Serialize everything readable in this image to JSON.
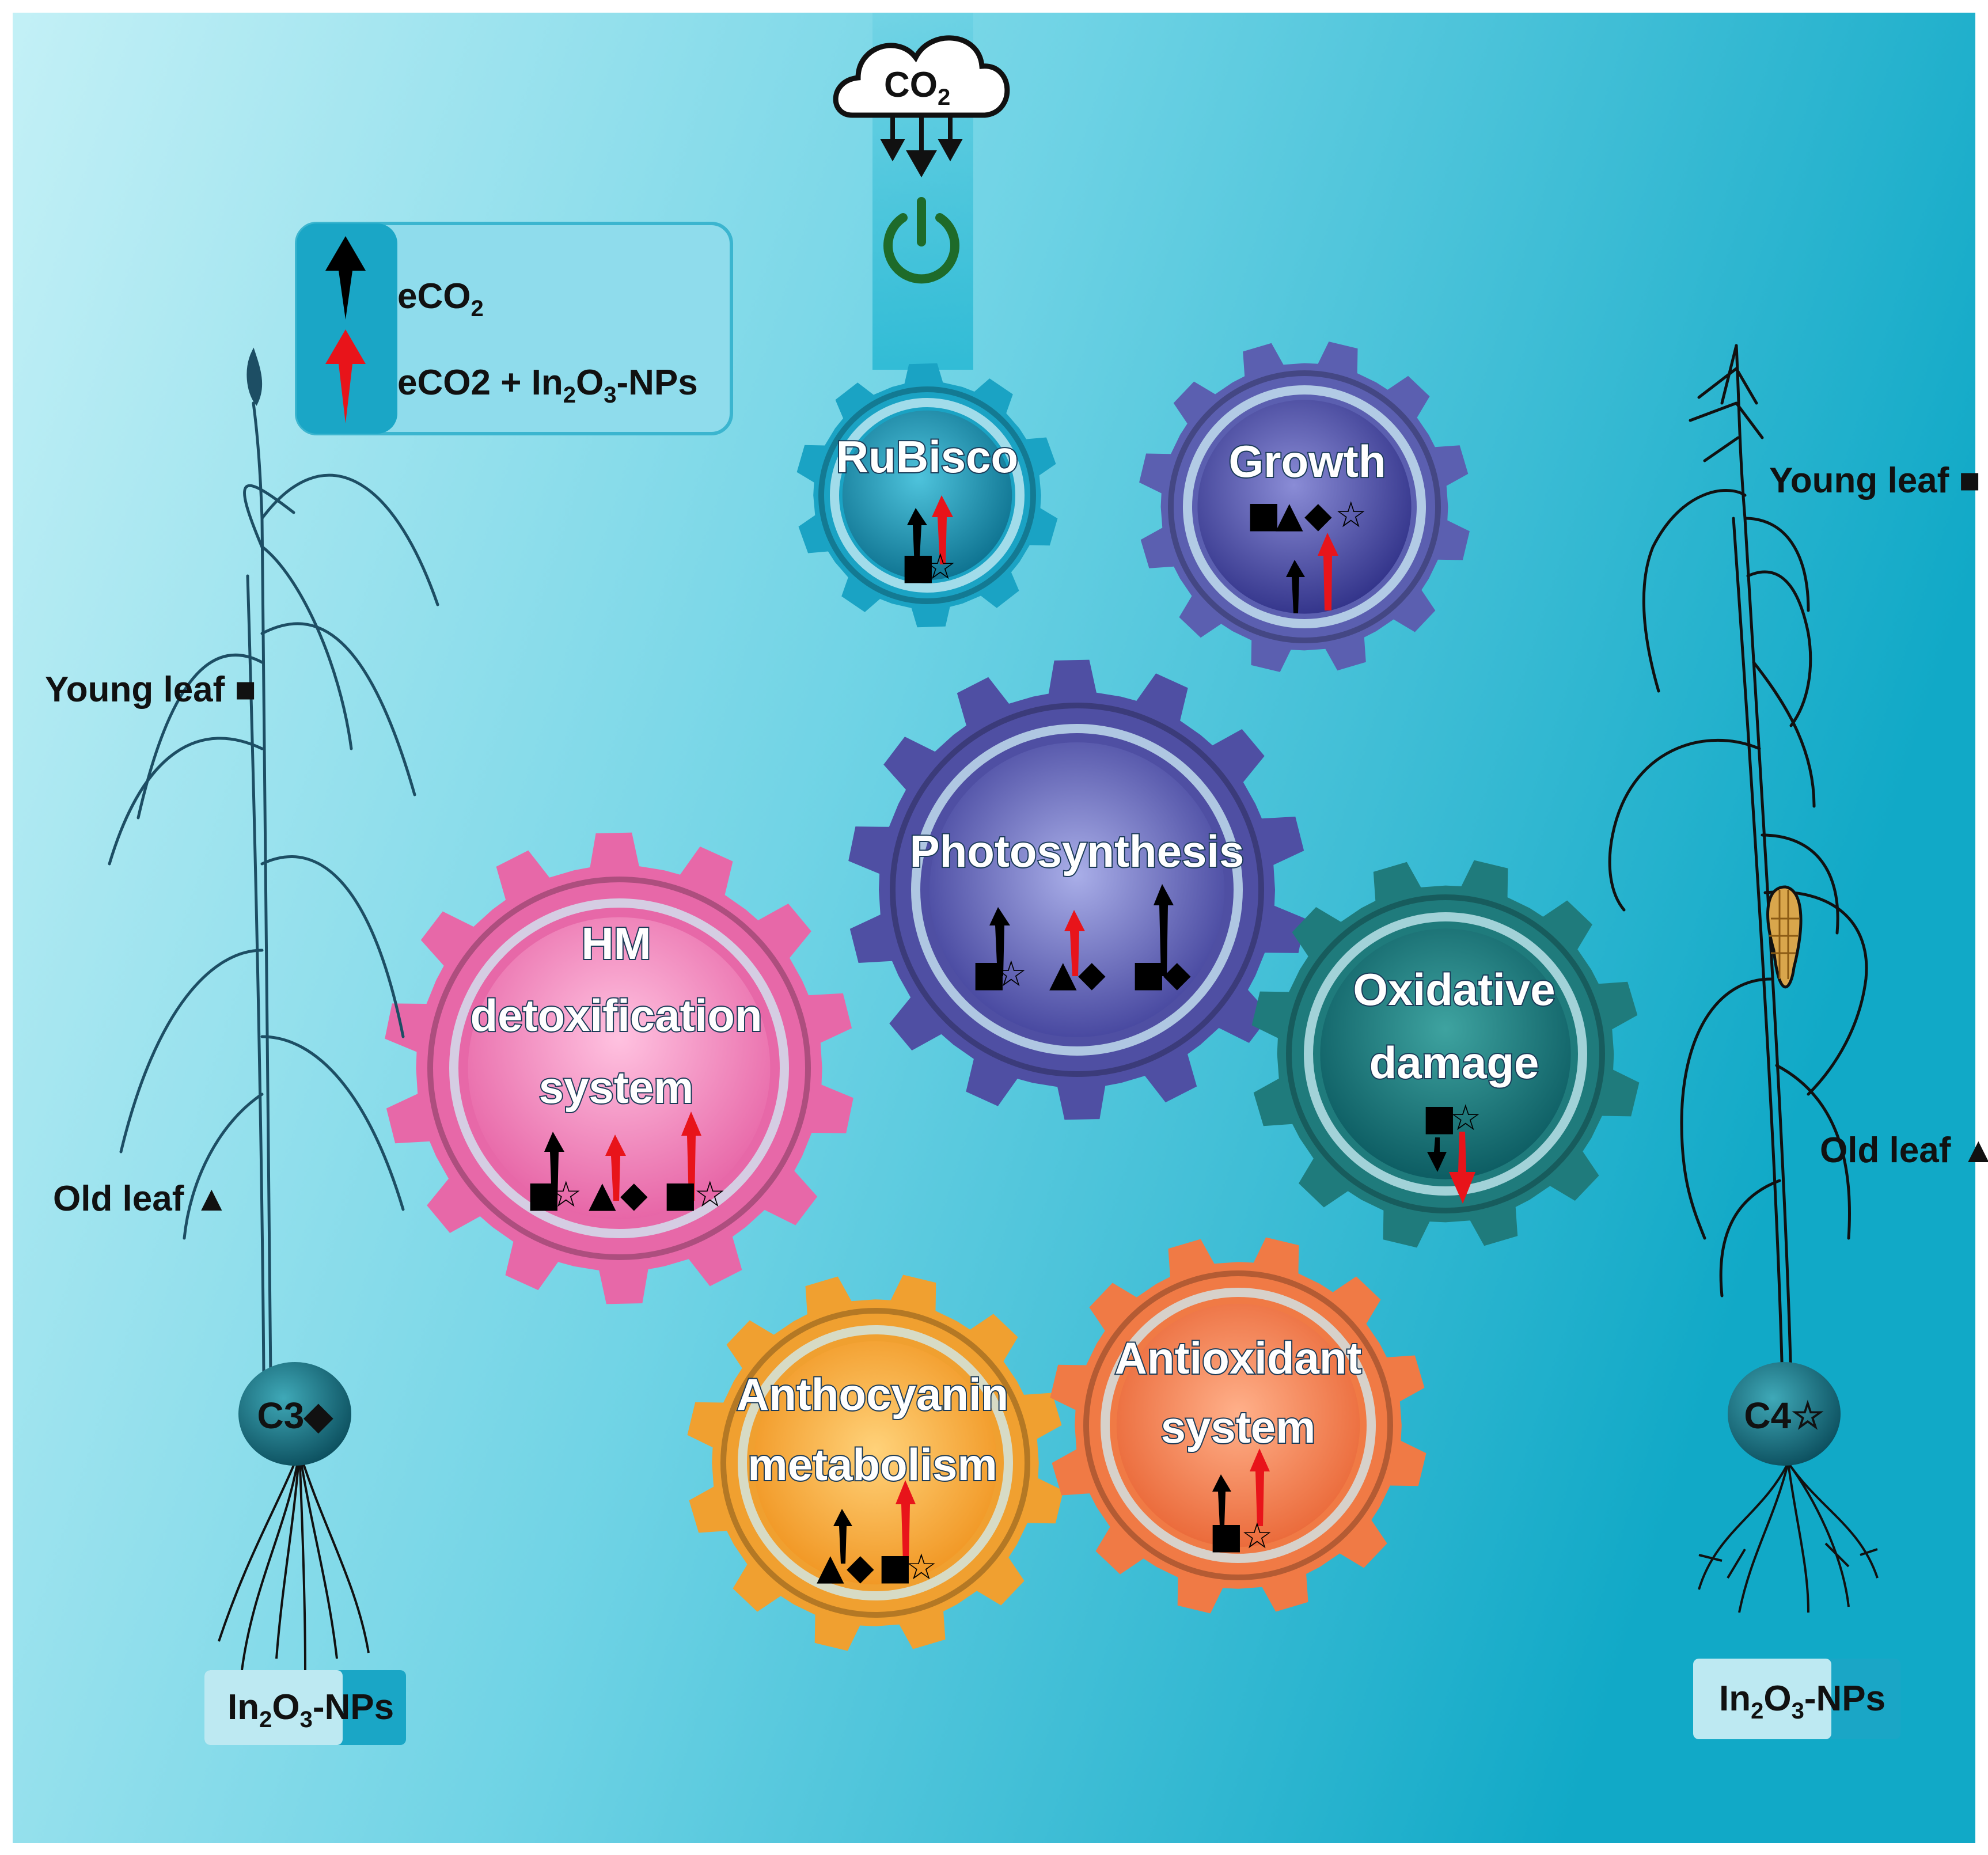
{
  "colors": {
    "background_light": "#b5ecf3",
    "background_dark": "#16b3cf",
    "arrow_eco2": "#000000",
    "arrow_eco2_np": "#e8141a",
    "rubisco": "#1aa3c4",
    "growth": "#5b5fb0",
    "photosynthesis": "#4f4fa3",
    "hm": "#e768a8",
    "oxidative": "#1f7b7c",
    "anthocyanin": "#f0a030",
    "antioxidant": "#f07a45"
  },
  "legend": {
    "eco2_prefix": "eCO",
    "eco2_sub": "2",
    "np_prefix": "eCO2 + In",
    "np_sub1": "2",
    "np_mid": "O",
    "np_sub2": "3",
    "np_suffix": "-NPs"
  },
  "cloud": {
    "co2_text": "CO",
    "co2_sub": "2",
    "power_icon": "power-icon"
  },
  "gears": {
    "rubisco": {
      "label": "RuBisco",
      "symbols": [
        "■",
        "☆"
      ]
    },
    "growth": {
      "label": "Growth",
      "symbols": [
        "■",
        "▲",
        "◆",
        "☆"
      ]
    },
    "photosynthesis": {
      "label": "Photosynthesis",
      "groups": [
        [
          "■",
          "☆"
        ],
        [
          "▲",
          "◆"
        ],
        [
          "■",
          "◆"
        ]
      ]
    },
    "hm": {
      "label_line1": "HM",
      "label_line2": "detoxification",
      "label_line3": "system",
      "groups": [
        [
          "■",
          "☆"
        ],
        [
          "▲",
          "◆"
        ],
        [
          "■",
          "☆"
        ]
      ]
    },
    "oxidative": {
      "label_line1": "Oxidative",
      "label_line2": "damage",
      "symbols": [
        "■",
        "☆"
      ]
    },
    "anthocyanin": {
      "label_line1": "Anthocyanin",
      "label_line2": "metabolism",
      "groups": [
        [
          "▲",
          "◆"
        ],
        [
          "■",
          "☆"
        ]
      ]
    },
    "antioxidant": {
      "label_line1": "Antioxidant",
      "label_line2": "system",
      "symbols": [
        "■",
        "☆"
      ]
    }
  },
  "left_plant": {
    "young_leaf": "Young leaf ■",
    "old_leaf": "Old leaf ▲",
    "bulb": "C3◆",
    "np_prefix": "In",
    "np_sub1": "2",
    "np_mid": "O",
    "np_sub2": "3",
    "np_suffix": "-NPs"
  },
  "right_plant": {
    "young_leaf": "Young leaf ■",
    "old_leaf": "Old leaf ▲",
    "bulb": "C4☆",
    "np_prefix": "In",
    "np_sub1": "2",
    "np_mid": "O",
    "np_sub2": "3",
    "np_suffix": "-NPs"
  }
}
